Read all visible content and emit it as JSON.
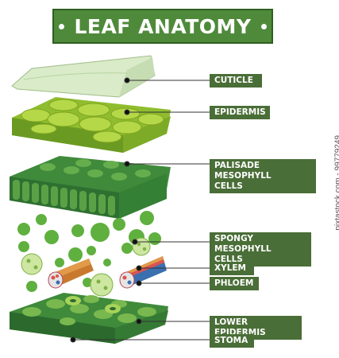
{
  "title": "LEAF ANATOMY",
  "labels": {
    "cuticle": "CUTICLE",
    "epidermis": "EPIDERMIS",
    "palisade": "PALISADE MESOPHYLL\nCELLS",
    "spongy": "SPONGY MESOPHYLL\nCELLS",
    "xylem": "XYLEM",
    "phloem": "PHLOEM",
    "lower_epidermis": "LOWER EPIDERMIS",
    "stoma": "STOMA"
  },
  "image_id": "pixtastock.com - 99779249",
  "colors": {
    "banner": "#4e8a3a",
    "label_bg": "#4a6e37",
    "cell_light": "#a9cf3a",
    "cell_dark": "#2f7a3a",
    "xylem": "#c9792e",
    "phloem": "#d9534f"
  }
}
